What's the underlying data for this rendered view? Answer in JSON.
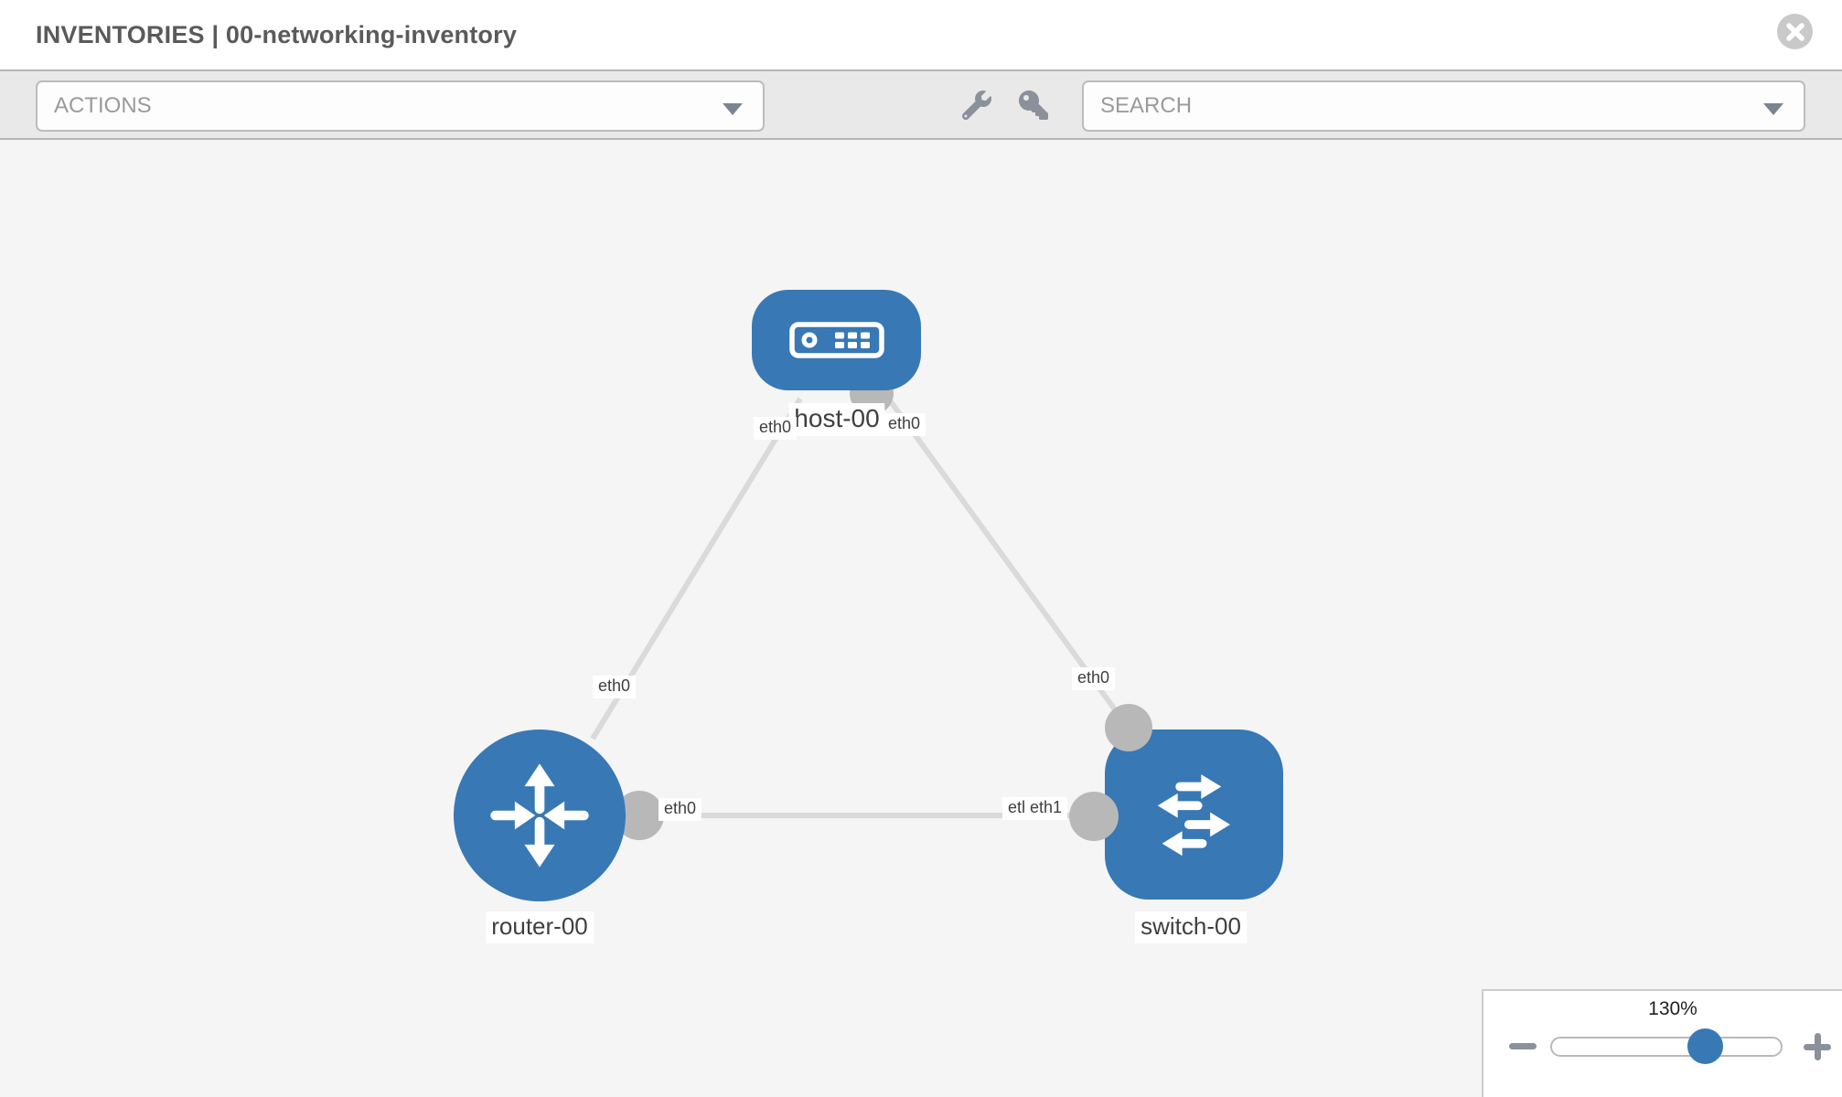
{
  "header": {
    "title": "INVENTORIES | 00-networking-inventory",
    "close_icon": "close"
  },
  "toolbar": {
    "actions_label": "ACTIONS",
    "search_label": "SEARCH",
    "wrench_icon": "wrench",
    "key_icon": "key"
  },
  "topology": {
    "nodes": [
      {
        "id": "host-00",
        "label": "host-00",
        "type": "host"
      },
      {
        "id": "router-00",
        "label": "router-00",
        "type": "router"
      },
      {
        "id": "switch-00",
        "label": "switch-00",
        "type": "switch"
      }
    ],
    "links": [
      {
        "from": "host-00",
        "to": "router-00",
        "from_interface": "eth0",
        "to_interface": "eth0"
      },
      {
        "from": "host-00",
        "to": "switch-00",
        "from_interface": "eth0",
        "to_interface": "eth0"
      },
      {
        "from": "router-00",
        "to": "switch-00",
        "from_interface": "eth0",
        "to_interface": "eth1"
      }
    ],
    "interface_labels": {
      "host_left": "eth0",
      "host_right": "eth0",
      "router_top": "eth0",
      "switch_top": "eth0",
      "router_right": "eth0",
      "switch_left_back": "eth0",
      "switch_left_front": "eth1"
    },
    "node_labels": {
      "host": "host-00",
      "router": "router-00",
      "switch": "switch-00"
    }
  },
  "zoom_control": {
    "level": "130%",
    "minus_icon": "minus",
    "plus_icon": "plus"
  },
  "colors": {
    "node_blue": "#3878b5",
    "edge_gray": "#dadada",
    "interface_dot_gray": "#b8b8b8",
    "canvas_bg": "#f5f5f5",
    "toolbar_bg": "#e9e9e9",
    "title_text": "#5a5a5a",
    "placeholder_text": "#9a9a9a",
    "icon_gray": "#8b919a"
  }
}
